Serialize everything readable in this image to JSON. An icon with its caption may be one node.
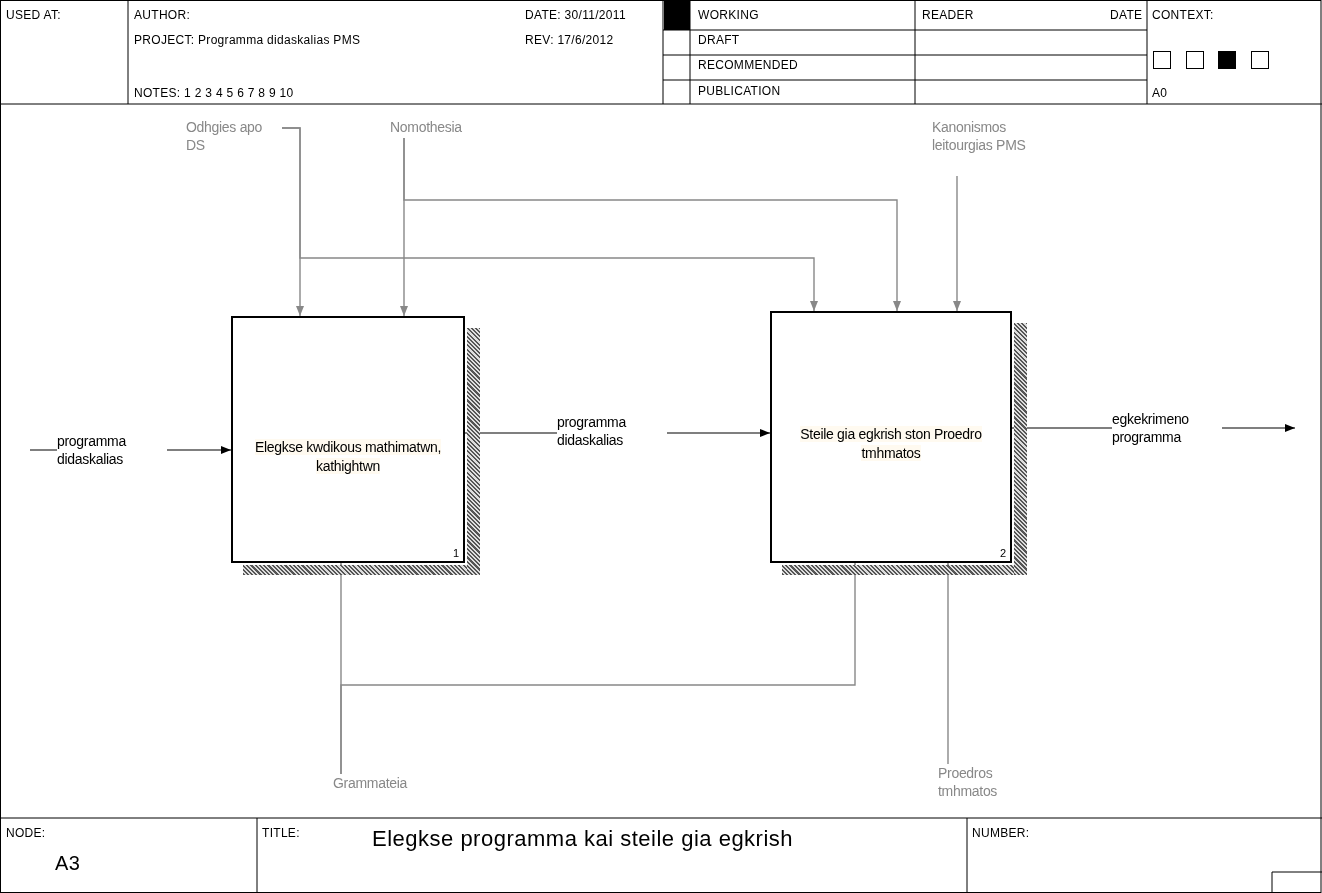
{
  "diagram": {
    "title": "Elegkse programma kai steile gia egkrish",
    "nodes": [
      {
        "text": [
          "Elegkse kwdikous mathimatwn, kathightwn",
          "1"
        ]
      },
      {
        "text": [
          "Steile gia egkrish ston Proedro tmhmatos",
          "2"
        ]
      },
      {
        "text": [
          "Odhgies apo DS"
        ]
      },
      {
        "text": [
          "Nomothesia"
        ]
      },
      {
        "text": [
          "Kanonismos leitourgias PMS"
        ]
      },
      {
        "text": [
          "Grammateia"
        ]
      },
      {
        "text": [
          "Proedros tmhmatos"
        ]
      }
    ],
    "edges": [
      {
        "from": null,
        "to": 0,
        "arrow": "to",
        "label": "programma didaskalias",
        "color": "#000000"
      },
      {
        "from": 0,
        "to": 1,
        "arrow": "to",
        "label": "programma didaskalias",
        "color": "#000000"
      },
      {
        "from": 1,
        "to": null,
        "arrow": "to",
        "label": "egkekrimeno programma",
        "color": "#000000"
      },
      {
        "from": 2,
        "to": 0,
        "arrow": "to"
      },
      {
        "from": 2,
        "to": 1,
        "arrow": "to"
      },
      {
        "from": 3,
        "to": 0,
        "arrow": "to"
      },
      {
        "from": 3,
        "to": 1,
        "arrow": "to"
      },
      {
        "from": 4,
        "to": 1,
        "arrow": "to"
      },
      {
        "from": 5,
        "to": 0,
        "arrow": "to"
      },
      {
        "from": 5,
        "to": 1,
        "arrow": "to"
      },
      {
        "from": 6,
        "to": 1,
        "arrow": "to"
      }
    ],
    "labels": [
      "USED AT:",
      "AUTHOR:",
      "DATE: 30/11/2011",
      "PROJECT: Programma didaskalias PMS",
      "REV: 17/6/2012",
      "NOTES: 1 2 3 4 5 6 7 8 9 10",
      "WORKING",
      "DRAFT",
      "RECOMMENDED",
      "PUBLICATION",
      "READER",
      "DATE",
      "CONTEXT:",
      "A0",
      "NODE:",
      "A3",
      "TITLE:",
      "NUMBER:"
    ]
  }
}
